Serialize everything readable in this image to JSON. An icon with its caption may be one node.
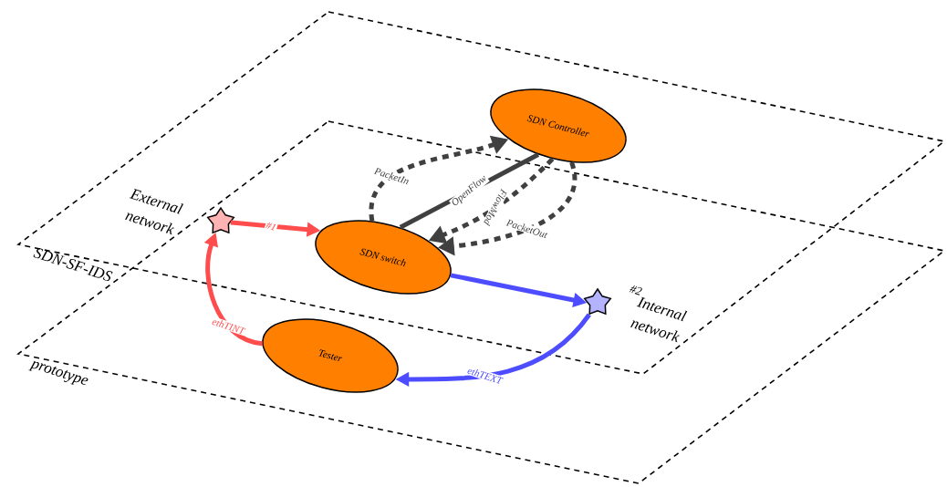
{
  "diagram": {
    "nodes": [
      {
        "text": [
          "SDN Controller"
        ]
      },
      {
        "text": [
          "SDN switch"
        ]
      },
      {
        "text": [
          "Tester"
        ]
      },
      {
        "text": [],
        "shape": "star",
        "beside": [
          "External network"
        ]
      },
      {
        "text": [],
        "shape": "star",
        "beside": [
          "#2",
          "Internal network"
        ]
      }
    ],
    "edges": [
      {
        "from": 3,
        "to": 1,
        "arrow": "to",
        "label": "#1",
        "color": "#ff4d4d"
      },
      {
        "from": 1,
        "to": 4,
        "arrow": "to",
        "color": "#4d4dff"
      },
      {
        "from": 4,
        "to": 2,
        "arrow": "to",
        "label": "ethTEXT",
        "color": "#4d4dff"
      },
      {
        "from": 2,
        "to": 3,
        "arrow": "to",
        "label": "ethTINT",
        "color": "#ff4d4d"
      },
      {
        "from": 1,
        "to": 0,
        "arrow": "to",
        "label": "PacketIn",
        "style": "dashed",
        "color": "#404040"
      },
      {
        "from": 1,
        "to": 0,
        "arrow": "none",
        "label": "OpenFlow",
        "color": "#404040"
      },
      {
        "from": 0,
        "to": 1,
        "arrow": "to",
        "label": "FlowMod",
        "style": "dashed",
        "color": "#404040"
      },
      {
        "from": 0,
        "to": 1,
        "arrow": "to",
        "label": "PacketOut",
        "style": "dashed",
        "color": "#404040"
      }
    ],
    "labels": [
      "SDN-SF-IDS",
      "prototype"
    ]
  }
}
